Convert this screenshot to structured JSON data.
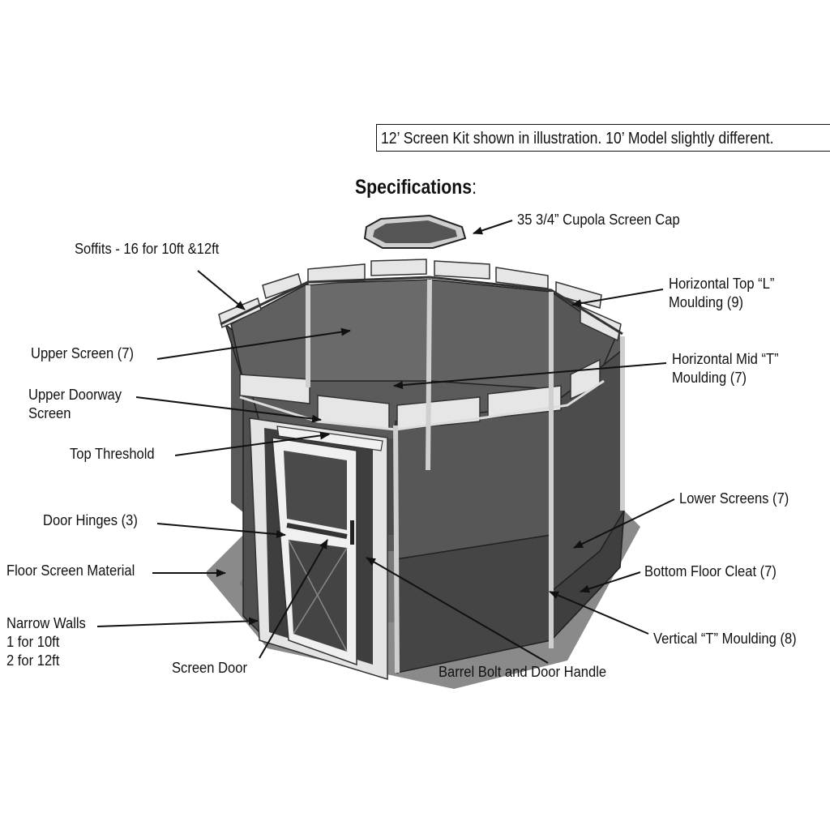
{
  "note": "12’ Screen Kit shown in illustration. 10’ Model slightly different.",
  "title": "Specifications",
  "title_suffix": ":",
  "labels": {
    "cupola_cap": "35 3/4” Cupola Screen Cap",
    "soffits": "Soffits - 16 for 10ft &12ft",
    "horizontal_top": [
      "Horizontal Top “L”",
      "Moulding (9)"
    ],
    "upper_screen": "Upper Screen (7)",
    "horizontal_mid": [
      "Horizontal Mid “T”",
      "Moulding (7)"
    ],
    "upper_doorway": [
      "Upper Doorway",
      "Screen"
    ],
    "top_threshold": "Top Threshold",
    "door_hinges": "Door Hinges (3)",
    "lower_screens": "Lower Screens (7)",
    "floor_screen": "Floor Screen Material",
    "bottom_cleat": "Bottom Floor Cleat (7)",
    "narrow_walls": [
      "Narrow Walls",
      "1 for 10ft",
      "2 for 12ft"
    ],
    "vertical_t": "Vertical “T” Moulding (8)",
    "screen_door": "Screen Door",
    "barrel_bolt": "Barrel Bolt and Door Handle"
  },
  "colors": {
    "screen_dark": "#4a4a4a",
    "screen_mid": "#5c5c5c",
    "frame_light": "#e6e6e6",
    "floor": "#777777",
    "line": "#111111"
  }
}
